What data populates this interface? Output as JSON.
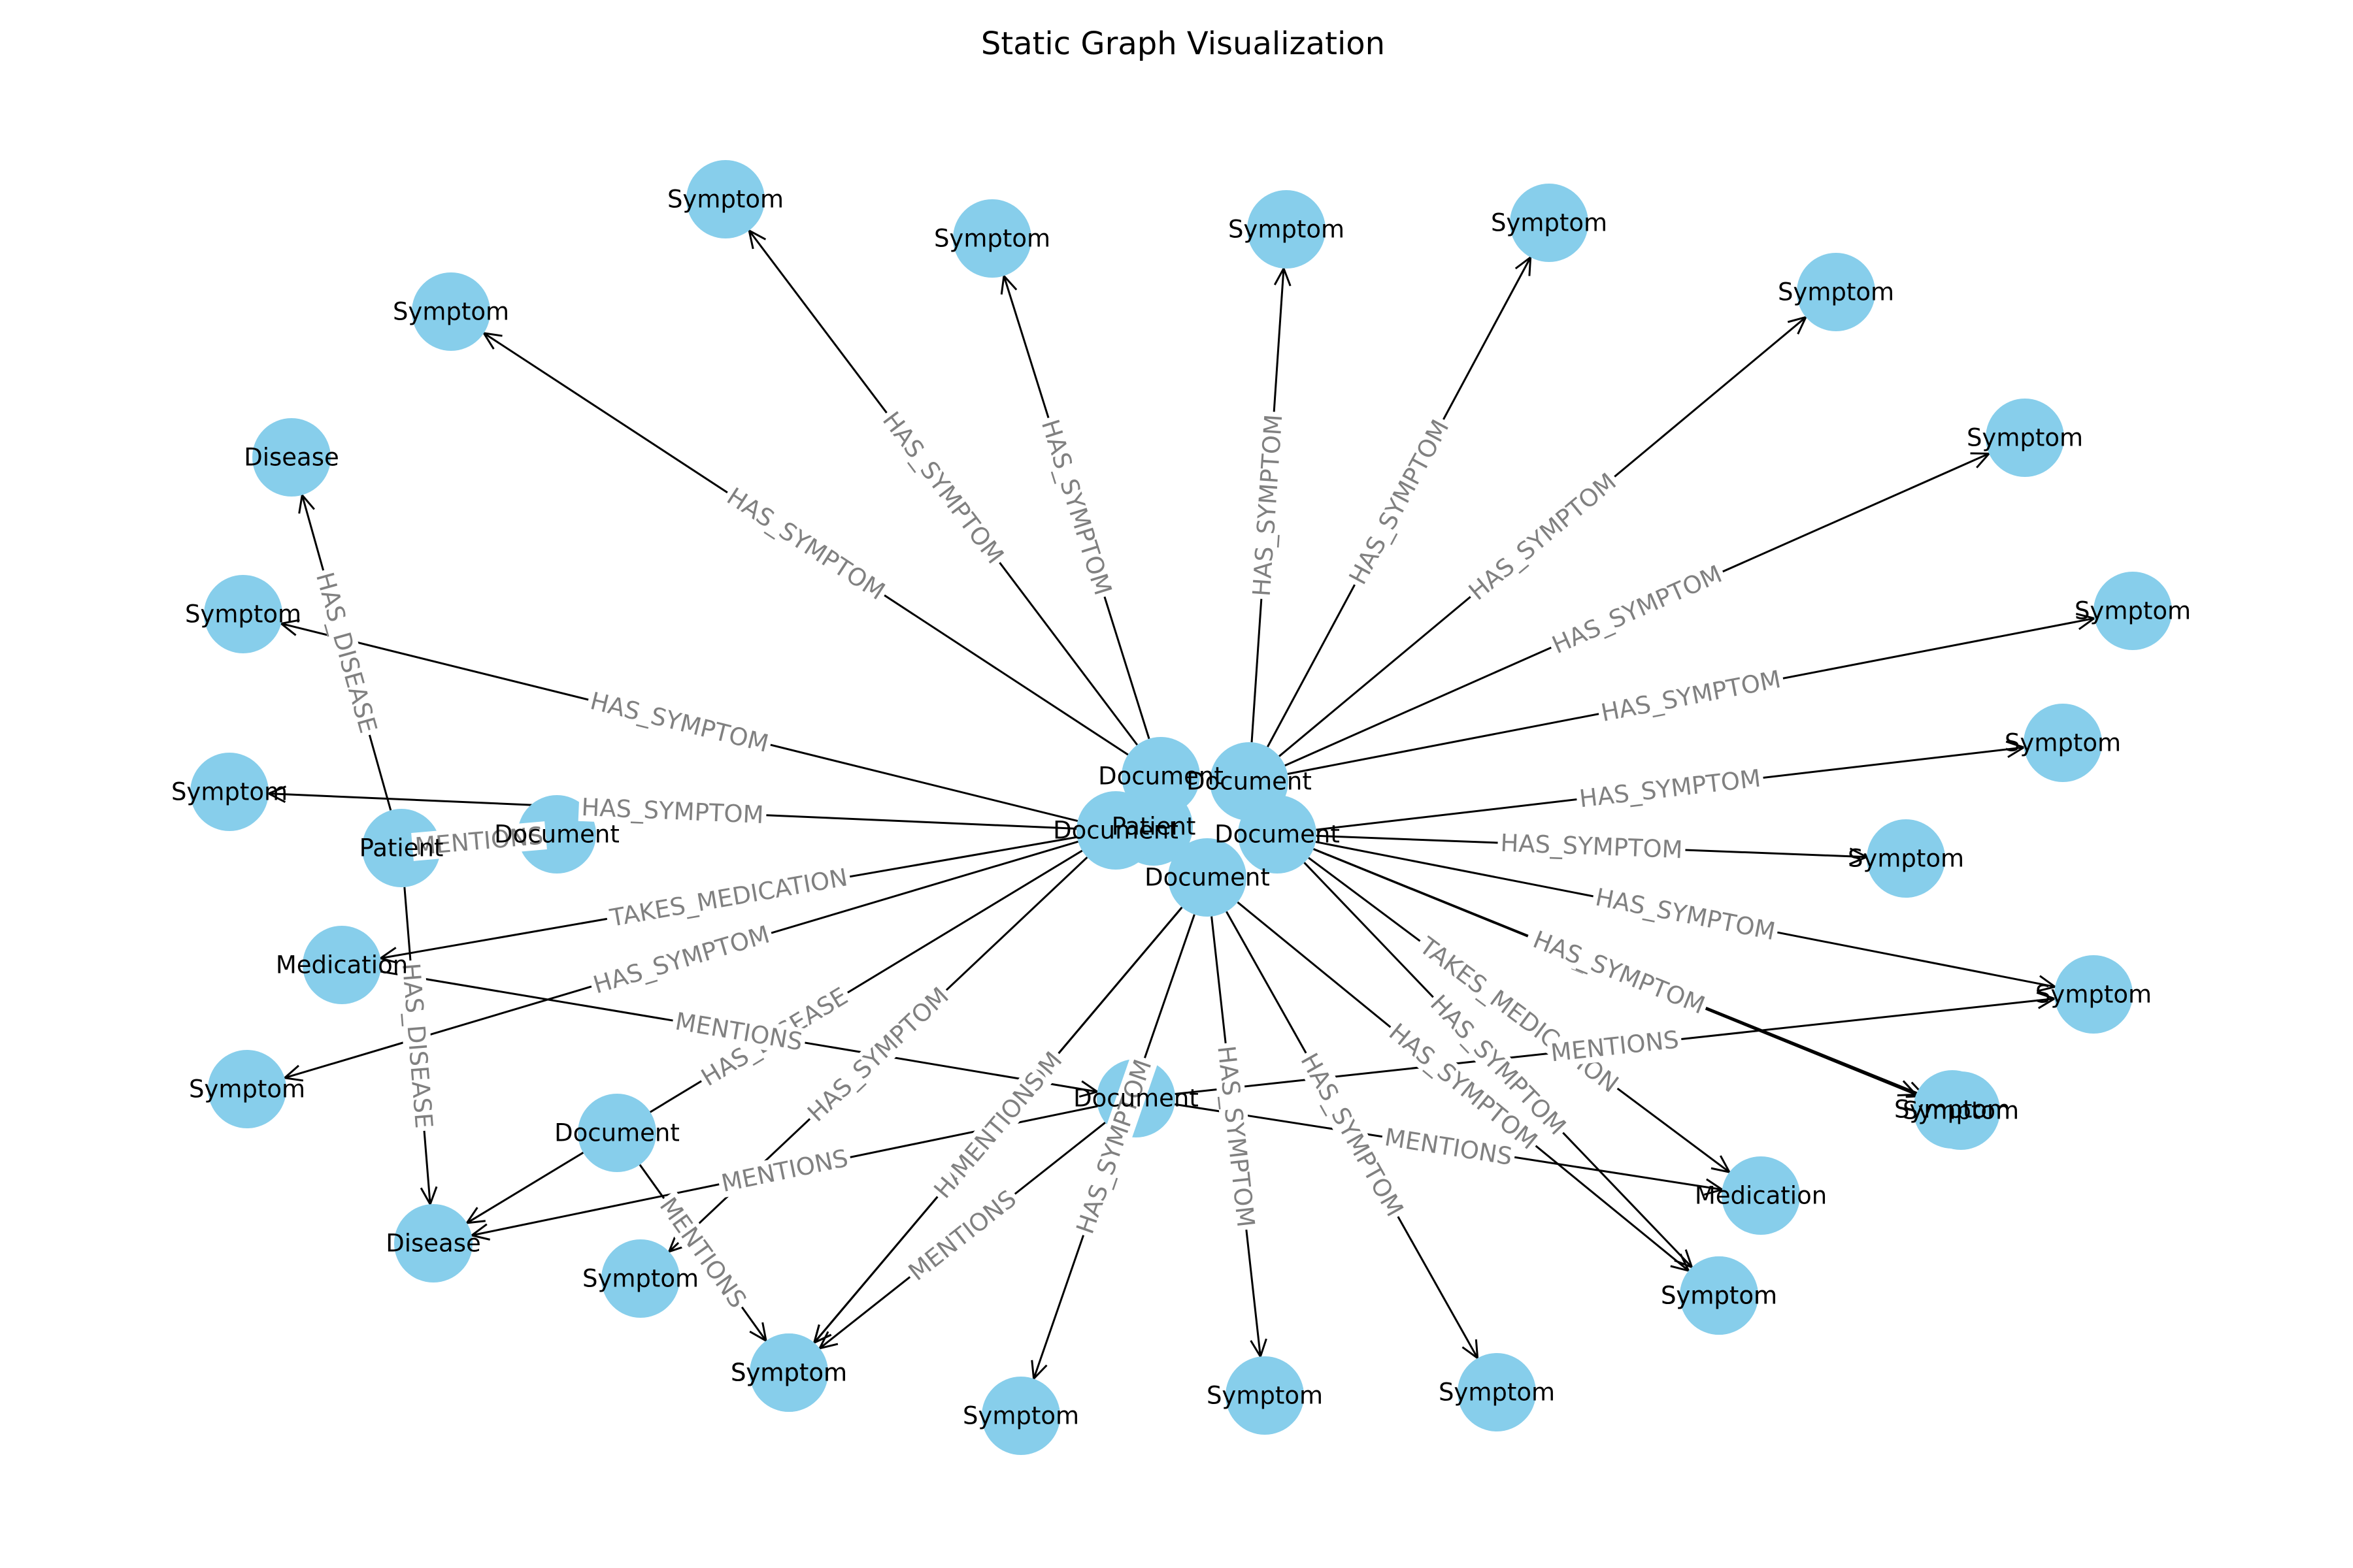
{
  "title": "Static Graph Visualization",
  "colors": {
    "node": "#87CEEB",
    "edge": "#000000",
    "edge_label": "#808080",
    "text": "#000000"
  },
  "nodes": [
    {
      "id": "patient_center",
      "label": "Patient"
    },
    {
      "id": "doc_top_left",
      "label": "Document"
    },
    {
      "id": "doc_top_right",
      "label": "Document"
    },
    {
      "id": "doc_left",
      "label": "Document"
    },
    {
      "id": "doc_right",
      "label": "Document"
    },
    {
      "id": "doc_below",
      "label": "Document"
    },
    {
      "id": "doc_mid",
      "label": "Document"
    },
    {
      "id": "doc_side",
      "label": "Document"
    },
    {
      "id": "doc_lower_left",
      "label": "Document"
    },
    {
      "id": "patient_left",
      "label": "Patient"
    },
    {
      "id": "disease_top",
      "label": "Disease"
    },
    {
      "id": "disease_bottom",
      "label": "Disease"
    },
    {
      "id": "medication_left",
      "label": "Medication"
    },
    {
      "id": "medication_right",
      "label": "Medication"
    },
    {
      "id": "sym_01",
      "label": "Symptom"
    },
    {
      "id": "sym_02",
      "label": "Symptom"
    },
    {
      "id": "sym_03",
      "label": "Symptom"
    },
    {
      "id": "sym_04",
      "label": "Symptom"
    },
    {
      "id": "sym_05",
      "label": "Symptom"
    },
    {
      "id": "sym_06",
      "label": "Symptom"
    },
    {
      "id": "sym_07",
      "label": "Symptom"
    },
    {
      "id": "sym_08",
      "label": "Symptom"
    },
    {
      "id": "sym_09",
      "label": "Symptom"
    },
    {
      "id": "sym_10",
      "label": "Symptom"
    },
    {
      "id": "sym_11",
      "label": "Symptom"
    },
    {
      "id": "sym_12",
      "label": "Symptom"
    },
    {
      "id": "sym_13",
      "label": "Symptom"
    },
    {
      "id": "sym_14",
      "label": "Symptom"
    },
    {
      "id": "sym_15",
      "label": "Symptom"
    },
    {
      "id": "sym_16",
      "label": "Symptom"
    },
    {
      "id": "sym_17",
      "label": "Symptom"
    },
    {
      "id": "sym_18",
      "label": "Symptom"
    },
    {
      "id": "sym_19",
      "label": "Symptom"
    },
    {
      "id": "sym_20",
      "label": "Symptom"
    },
    {
      "id": "sym_21",
      "label": "Symptom"
    },
    {
      "id": "sym_22",
      "label": "Symptom"
    },
    {
      "id": "sym_23",
      "label": "Symptom"
    },
    {
      "id": "sym_24",
      "label": "Symptom"
    }
  ],
  "edges": [
    {
      "from": "doc_top_left",
      "to": "sym_01",
      "label": "HAS_SYMPTOM"
    },
    {
      "from": "doc_top_left",
      "to": "sym_02",
      "label": "HAS_SYMPTOM"
    },
    {
      "from": "doc_top_left",
      "to": "sym_03",
      "label": "HAS_SYMPTOM"
    },
    {
      "from": "doc_top_right",
      "to": "sym_04",
      "label": "HAS_SYMPTOM"
    },
    {
      "from": "doc_top_right",
      "to": "sym_05",
      "label": "HAS_SYMPTOM"
    },
    {
      "from": "doc_top_right",
      "to": "sym_06",
      "label": "HAS_SYMPTOM"
    },
    {
      "from": "doc_top_right",
      "to": "sym_07",
      "label": "HAS_SYMPTOM"
    },
    {
      "from": "doc_top_right",
      "to": "sym_08",
      "label": "HAS_SYMPTOM"
    },
    {
      "from": "doc_right",
      "to": "sym_09",
      "label": "HAS_SYMPTOM"
    },
    {
      "from": "doc_right",
      "to": "sym_10",
      "label": "HAS_SYMPTOM"
    },
    {
      "from": "doc_right",
      "to": "sym_11",
      "label": "HAS_SYMPTOM"
    },
    {
      "from": "doc_right",
      "to": "sym_12",
      "label": "HAS_SYMPTOM"
    },
    {
      "from": "doc_right",
      "to": "sym_13",
      "label": "HAS_SYMPTOM"
    },
    {
      "from": "doc_left",
      "to": "sym_14",
      "label": "HAS_SYMPTOM"
    },
    {
      "from": "doc_left",
      "to": "sym_15",
      "label": "HAS_SYMPTOM"
    },
    {
      "from": "doc_left",
      "to": "sym_16",
      "label": "HAS_SYMPTOM"
    },
    {
      "from": "doc_left",
      "to": "sym_17",
      "label": "HAS_SYMPTOM"
    },
    {
      "from": "doc_below",
      "to": "sym_18",
      "label": "HAS_SYMPTOM"
    },
    {
      "from": "doc_below",
      "to": "sym_19",
      "label": "HAS_SYMPTOM"
    },
    {
      "from": "doc_below",
      "to": "sym_20",
      "label": "HAS_SYMPTOM"
    },
    {
      "from": "doc_below",
      "to": "sym_21",
      "label": "HAS_SYMPTOM"
    },
    {
      "from": "doc_right",
      "to": "sym_22",
      "label": "HAS_SYMPTOM"
    },
    {
      "from": "doc_below",
      "to": "sym_23",
      "label": "HAS_SYMPTOM"
    },
    {
      "from": "doc_left",
      "to": "disease_bottom",
      "label": "HAS_DISEASE"
    },
    {
      "from": "doc_left",
      "to": "medication_left",
      "label": "TAKES_MEDICATION"
    },
    {
      "from": "doc_right",
      "to": "medication_right",
      "label": "TAKES_MEDICATION"
    },
    {
      "from": "patient_left",
      "to": "disease_top",
      "label": "HAS_DISEASE"
    },
    {
      "from": "patient_left",
      "to": "disease_bottom",
      "label": "HAS_DISEASE"
    },
    {
      "from": "doc_side",
      "to": "patient_left",
      "label": "MENTIONS"
    },
    {
      "from": "doc_mid",
      "to": "disease_bottom",
      "label": "MENTIONS"
    },
    {
      "from": "doc_mid",
      "to": "sym_22",
      "label": "MENTIONS"
    },
    {
      "from": "doc_mid",
      "to": "sym_19",
      "label": "MENTIONS"
    },
    {
      "from": "medication_left",
      "to": "doc_mid",
      "label": "MENTIONS"
    },
    {
      "from": "doc_mid",
      "to": "medication_right",
      "label": "MENTIONS"
    },
    {
      "from": "doc_lower_left",
      "to": "sym_24",
      "label": "MENTIONS"
    },
    {
      "from": "doc_below",
      "to": "sym_24",
      "label": "MENTIONS"
    }
  ]
}
